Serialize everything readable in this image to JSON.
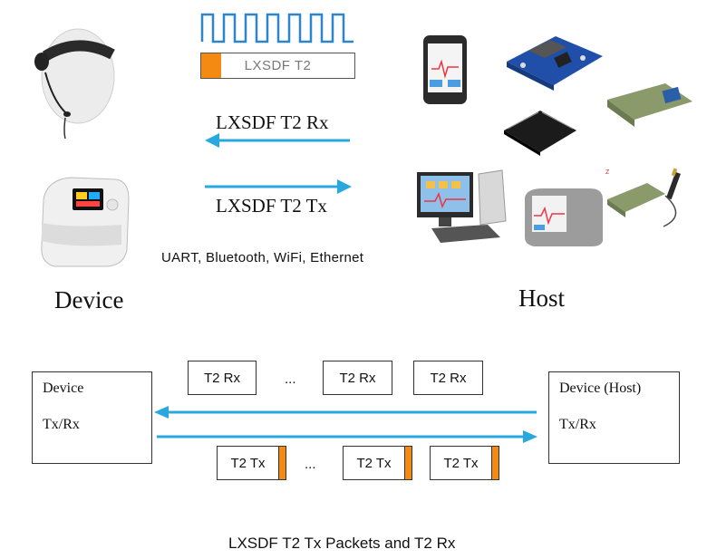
{
  "top": {
    "signal_label": "LXSDF T2",
    "rx_label": "LXSDF T2 Rx",
    "tx_label": "LXSDF T2 Tx",
    "interfaces": "UART, Bluetooth, WiFi, Ethernet",
    "device_label": "Device",
    "host_label": "Host"
  },
  "bottom": {
    "device_box": {
      "title": "Device",
      "sub": "Tx/Rx"
    },
    "host_box": {
      "title": "Device (Host)",
      "sub": "Tx/Rx"
    },
    "rx_packets": [
      "T2 Rx",
      "T2 Rx",
      "T2 Rx"
    ],
    "tx_packets": [
      "T2 Tx",
      "T2 Tx",
      "T2 Tx"
    ],
    "ellipsis": "...",
    "caption": "LXSDF T2 Tx Packets and T2 Rx"
  },
  "colors": {
    "arrow": "#29a8e0",
    "flag": "#f58a12",
    "signal": "#2e86c8"
  }
}
